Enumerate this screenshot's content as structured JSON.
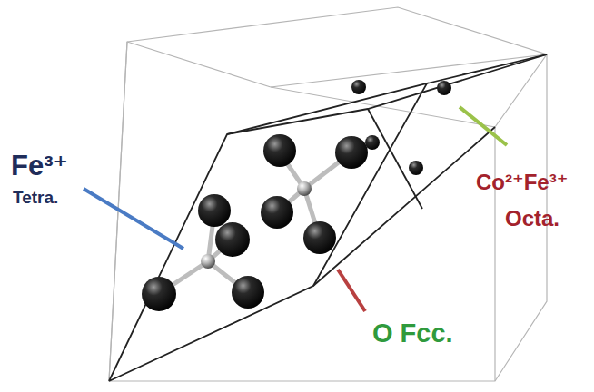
{
  "diagram": {
    "labels": [
      "Fe³⁺",
      "Tetra.",
      "Co²⁺Fe³⁺",
      "Octa.",
      "O Fcc."
    ]
  }
}
